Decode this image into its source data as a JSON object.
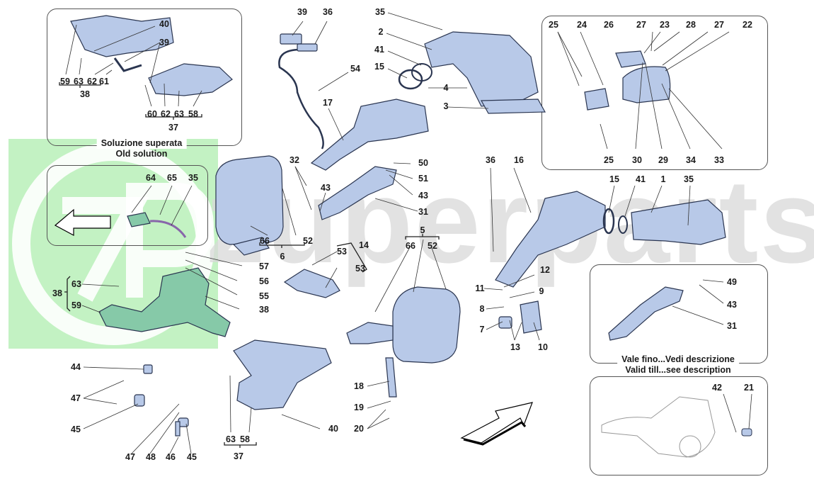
{
  "watermark": {
    "logo_text": "ZP",
    "brand_text": "zuperparts",
    "logo_color": "#9be89b",
    "brand_color": "#d9d9d9"
  },
  "colors": {
    "part_fill": "#b8c9e8",
    "part_stroke": "#2a3550",
    "highlight_fill": "#86c9a8",
    "line": "#333333"
  },
  "panels": {
    "old_solution": {
      "caption_it": "Soluzione superata",
      "caption_en": "Old solution"
    },
    "valid_till": {
      "caption_it": "Vale fino...Vedi descrizione",
      "caption_en": "Valid till...see description"
    }
  },
  "labels": [
    {
      "id": "l40a",
      "text": "40"
    },
    {
      "id": "l39a",
      "text": "39"
    },
    {
      "id": "l59a",
      "text": "59"
    },
    {
      "id": "l63a",
      "text": "63"
    },
    {
      "id": "l62a",
      "text": "62"
    },
    {
      "id": "l61a",
      "text": "61"
    },
    {
      "id": "l38a",
      "text": "38"
    },
    {
      "id": "l60a",
      "text": "60"
    },
    {
      "id": "l62b",
      "text": "62"
    },
    {
      "id": "l63b",
      "text": "63"
    },
    {
      "id": "l58a",
      "text": "58"
    },
    {
      "id": "l37a",
      "text": "37"
    },
    {
      "id": "l64",
      "text": "64"
    },
    {
      "id": "l65",
      "text": "65"
    },
    {
      "id": "l35a",
      "text": "35"
    },
    {
      "id": "l39b",
      "text": "39"
    },
    {
      "id": "l36a",
      "text": "36"
    },
    {
      "id": "l54",
      "text": "54"
    },
    {
      "id": "l17",
      "text": "17"
    },
    {
      "id": "l35b",
      "text": "35"
    },
    {
      "id": "l2",
      "text": "2"
    },
    {
      "id": "l41a",
      "text": "41"
    },
    {
      "id": "l15a",
      "text": "15"
    },
    {
      "id": "l4",
      "text": "4"
    },
    {
      "id": "l3",
      "text": "3"
    },
    {
      "id": "l25a",
      "text": "25"
    },
    {
      "id": "l24",
      "text": "24"
    },
    {
      "id": "l26",
      "text": "26"
    },
    {
      "id": "l27a",
      "text": "27"
    },
    {
      "id": "l23",
      "text": "23"
    },
    {
      "id": "l28",
      "text": "28"
    },
    {
      "id": "l27b",
      "text": "27"
    },
    {
      "id": "l22",
      "text": "22"
    },
    {
      "id": "l25b",
      "text": "25"
    },
    {
      "id": "l30",
      "text": "30"
    },
    {
      "id": "l29",
      "text": "29"
    },
    {
      "id": "l34",
      "text": "34"
    },
    {
      "id": "l33",
      "text": "33"
    },
    {
      "id": "l32",
      "text": "32"
    },
    {
      "id": "l43a",
      "text": "43"
    },
    {
      "id": "l50",
      "text": "50"
    },
    {
      "id": "l51",
      "text": "51"
    },
    {
      "id": "l43b",
      "text": "43"
    },
    {
      "id": "l31a",
      "text": "31"
    },
    {
      "id": "l66a",
      "text": "66"
    },
    {
      "id": "l52a",
      "text": "52"
    },
    {
      "id": "l6",
      "text": "6"
    },
    {
      "id": "l53a",
      "text": "53"
    },
    {
      "id": "l14",
      "text": "14"
    },
    {
      "id": "l53b",
      "text": "53"
    },
    {
      "id": "l57",
      "text": "57"
    },
    {
      "id": "l56",
      "text": "56"
    },
    {
      "id": "l55",
      "text": "55"
    },
    {
      "id": "l38b",
      "text": "38"
    },
    {
      "id": "l38c",
      "text": "38"
    },
    {
      "id": "l63c",
      "text": "63"
    },
    {
      "id": "l59b",
      "text": "59"
    },
    {
      "id": "l5",
      "text": "5"
    },
    {
      "id": "l66b",
      "text": "66"
    },
    {
      "id": "l52b",
      "text": "52"
    },
    {
      "id": "l36b",
      "text": "36"
    },
    {
      "id": "l16",
      "text": "16"
    },
    {
      "id": "l15b",
      "text": "15"
    },
    {
      "id": "l41b",
      "text": "41"
    },
    {
      "id": "l1",
      "text": "1"
    },
    {
      "id": "l35c",
      "text": "35"
    },
    {
      "id": "l12",
      "text": "12"
    },
    {
      "id": "l11",
      "text": "11"
    },
    {
      "id": "l9",
      "text": "9"
    },
    {
      "id": "l8",
      "text": "8"
    },
    {
      "id": "l7",
      "text": "7"
    },
    {
      "id": "l13",
      "text": "13"
    },
    {
      "id": "l10",
      "text": "10"
    },
    {
      "id": "l18",
      "text": "18"
    },
    {
      "id": "l19",
      "text": "19"
    },
    {
      "id": "l20",
      "text": "20"
    },
    {
      "id": "l49",
      "text": "49"
    },
    {
      "id": "l43c",
      "text": "43"
    },
    {
      "id": "l31b",
      "text": "31"
    },
    {
      "id": "l42",
      "text": "42"
    },
    {
      "id": "l21",
      "text": "21"
    },
    {
      "id": "l44",
      "text": "44"
    },
    {
      "id": "l47a",
      "text": "47"
    },
    {
      "id": "l45a",
      "text": "45"
    },
    {
      "id": "l47b",
      "text": "47"
    },
    {
      "id": "l48",
      "text": "48"
    },
    {
      "id": "l46",
      "text": "46"
    },
    {
      "id": "l45b",
      "text": "45"
    },
    {
      "id": "l63d",
      "text": "63"
    },
    {
      "id": "l58b",
      "text": "58"
    },
    {
      "id": "l37b",
      "text": "37"
    },
    {
      "id": "l40b",
      "text": "40"
    }
  ]
}
